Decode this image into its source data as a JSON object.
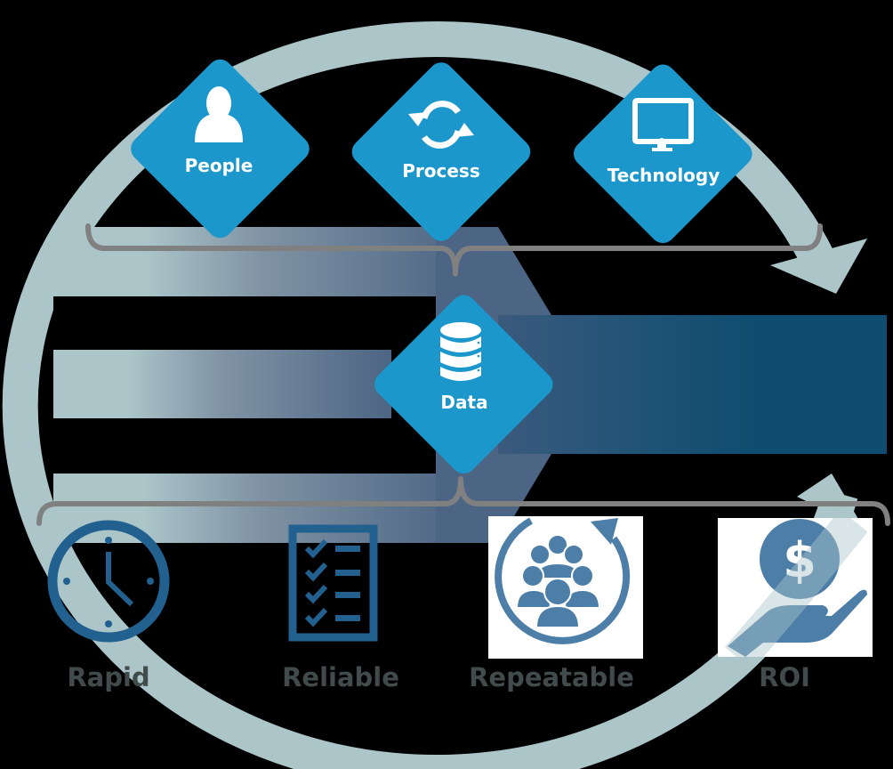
{
  "colors": {
    "ring": "#abc5c9",
    "diamond": "#1b97cc",
    "band_light": "#abc5c9",
    "band_dark": "#4b6685",
    "band_right": "#0f4d70",
    "bracket": "#808080",
    "icon_blue": "#22618f",
    "icon_soft_blue": "#4d7ea8",
    "outcome_text": "#424b4b"
  },
  "inputs": [
    {
      "id": "people",
      "label": "People",
      "icon": "person-icon"
    },
    {
      "id": "process",
      "label": "Process",
      "icon": "refresh-cycle-icon"
    },
    {
      "id": "technology",
      "label": "Technology",
      "icon": "monitor-icon"
    }
  ],
  "hub": {
    "label": "Data",
    "icon": "database-icon"
  },
  "outcomes": [
    {
      "id": "rapid",
      "label": "Rapid",
      "icon": "clock-icon"
    },
    {
      "id": "reliable",
      "label": "Reliable",
      "icon": "checklist-icon"
    },
    {
      "id": "repeatable",
      "label": "Repeatable",
      "icon": "team-cycle-icon"
    },
    {
      "id": "roi",
      "label": "ROI",
      "icon": "dollar-hand-icon"
    }
  ]
}
